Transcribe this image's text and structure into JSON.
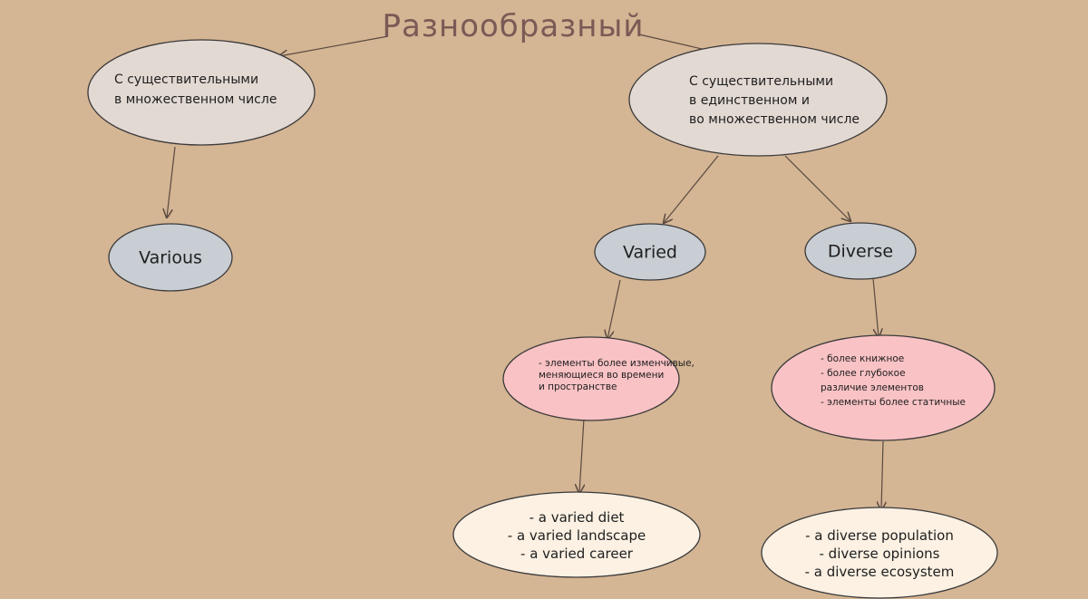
{
  "title": "Разнообразный",
  "colors": {
    "background": "#d4b594",
    "category_fill": "#e3d9d3",
    "word_fill": "#c9ced4",
    "description_fill": "#f9c2c5",
    "example_fill": "#fcf1e3",
    "title_color": "#7a5a55"
  },
  "nodes": {
    "plural": {
      "lines": [
        "С существительными",
        "в множественном числе"
      ]
    },
    "singular_plural": {
      "lines": [
        "С существительными",
        "в единственном и",
        "во множественном числе"
      ]
    },
    "various": {
      "label": "Various"
    },
    "varied": {
      "label": "Varied"
    },
    "diverse": {
      "label": "Diverse"
    },
    "varied_desc": {
      "lines": [
        "- элементы более изменчивые,",
        "меняющиеся во времени",
        "и пространстве"
      ]
    },
    "diverse_desc": {
      "lines": [
        "- более книжное",
        "- более глубокое",
        "различие элементов",
        "- элементы более статичные"
      ]
    },
    "varied_examples": {
      "lines": [
        "- a varied diet",
        "- a varied landscape",
        "- a varied career"
      ]
    },
    "diverse_examples": {
      "lines": [
        "- a diverse population",
        "- diverse opinions",
        "- a diverse ecosystem"
      ]
    }
  }
}
